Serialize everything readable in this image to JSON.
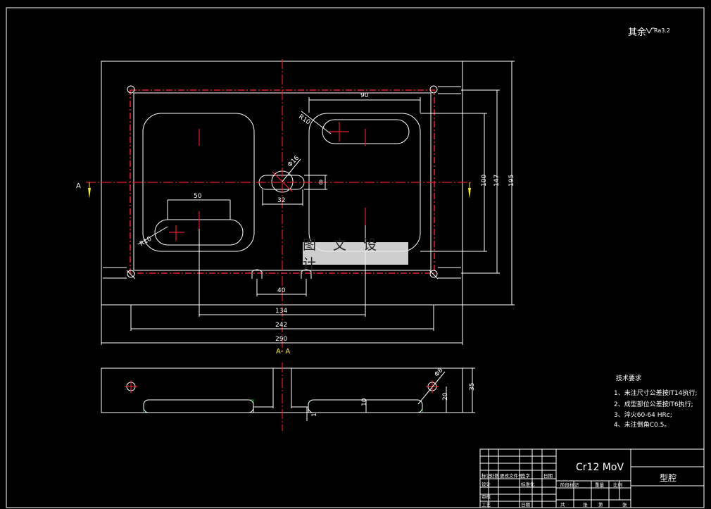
{
  "drawing": {
    "surface_finish": "其余",
    "roughness": "Ra3.2",
    "section_marker": "A",
    "section_title": "A- A",
    "material": "Cr12 MoV",
    "part_name": "型腔",
    "watermark": "图 文 设 计"
  },
  "dimensions": {
    "d90": "90",
    "d50": "50",
    "d32": "32",
    "d8": "8",
    "phi16": "Φ16",
    "r10_top": "R10",
    "r10_left": "R10",
    "d40": "40",
    "d134": "134",
    "d242": "242",
    "d290": "290",
    "d100": "100",
    "d147": "147",
    "d195": "195",
    "d35": "35",
    "d10": "10",
    "d20": "20",
    "d1": "1",
    "phi8_section": "Φ8"
  },
  "tech_requirements": {
    "title": "技术要求",
    "items": [
      "1、未注尺寸公差按IT14执行;",
      "2、成型部位公差按IT6执行;",
      "3、淬火60-64 HRc;",
      "4、未注倒角C0.5。"
    ]
  },
  "title_block": {
    "headers": [
      "标记",
      "处数",
      "更改文件号",
      "签字",
      "日期"
    ],
    "row_design": "设计",
    "row_std": "标准化",
    "row_review": "审核",
    "row_process": "工艺",
    "row_date": "日期",
    "stage_header": [
      "阶段标记",
      "重量",
      "比例"
    ],
    "sheet_row": [
      "共",
      "张",
      "第",
      "张"
    ]
  }
}
